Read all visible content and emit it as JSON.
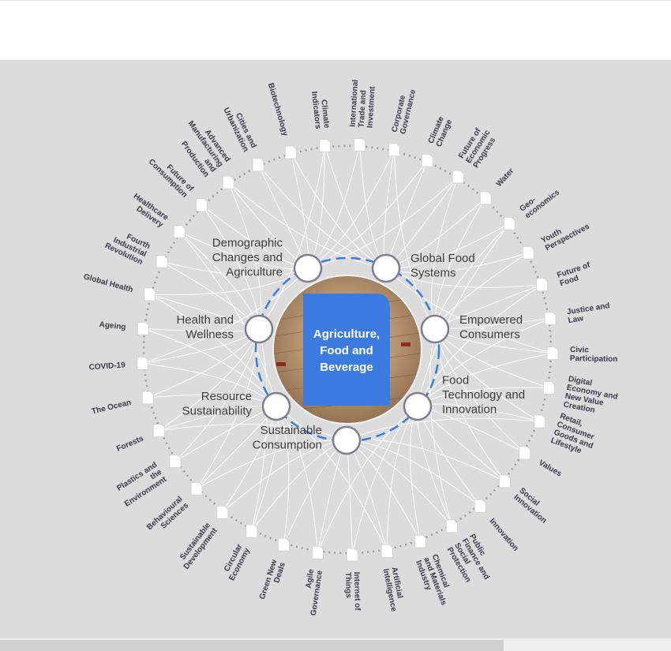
{
  "center": {
    "label_lines": [
      "Agriculture,",
      "Food and",
      "Beverage"
    ],
    "accent_color": "#3b7be0"
  },
  "categories": [
    {
      "lines": [
        "Demographic",
        "Changes and",
        "Agriculture"
      ]
    },
    {
      "lines": [
        "Global Food",
        "Systems"
      ]
    },
    {
      "lines": [
        "Empowered",
        "Consumers"
      ]
    },
    {
      "lines": [
        "Food",
        "Technology and",
        "Innovation"
      ]
    },
    {
      "lines": [
        "Sustainable",
        "Consumption"
      ]
    },
    {
      "lines": [
        "Resource",
        "Sustainability"
      ]
    },
    {
      "lines": [
        "Health and",
        "Wellness"
      ]
    }
  ],
  "outer_topics": [
    {
      "lines": [
        "Biotechnology"
      ]
    },
    {
      "lines": [
        "Climate",
        "Indicators"
      ]
    },
    {
      "lines": [
        "International",
        "Trade and",
        "Investment"
      ]
    },
    {
      "lines": [
        "Corporate",
        "Governance"
      ]
    },
    {
      "lines": [
        "Climate",
        "Change"
      ]
    },
    {
      "lines": [
        "Future of",
        "Economic",
        "Progress"
      ]
    },
    {
      "lines": [
        "Water"
      ]
    },
    {
      "lines": [
        "Geo-",
        "economics"
      ]
    },
    {
      "lines": [
        "Youth",
        "Perspectives"
      ]
    },
    {
      "lines": [
        "Future of",
        "Food"
      ]
    },
    {
      "lines": [
        "Justice and",
        "Law"
      ]
    },
    {
      "lines": [
        "Civic",
        "Participation"
      ]
    },
    {
      "lines": [
        "Digital",
        "Economy and",
        "New Value",
        "Creation"
      ]
    },
    {
      "lines": [
        "Retail,",
        "Consumer",
        "Goods and",
        "Lifestyle"
      ]
    },
    {
      "lines": [
        "Values"
      ]
    },
    {
      "lines": [
        "Social",
        "Innovation"
      ]
    },
    {
      "lines": [
        "Innovation"
      ]
    },
    {
      "lines": [
        "Public",
        "Finance and",
        "Social",
        "Protection"
      ]
    },
    {
      "lines": [
        "Chemical",
        "and Materials",
        "Industry"
      ]
    },
    {
      "lines": [
        "Artificial",
        "Intelligence"
      ]
    },
    {
      "lines": [
        "Internet of",
        "Things"
      ]
    },
    {
      "lines": [
        "Agile",
        "Governance"
      ]
    },
    {
      "lines": [
        "Green New",
        "Deals"
      ]
    },
    {
      "lines": [
        "Circular",
        "Economy"
      ]
    },
    {
      "lines": [
        "Sustainable",
        "Development"
      ]
    },
    {
      "lines": [
        "Behavioural",
        "Sciences"
      ]
    },
    {
      "lines": [
        "Plastics and",
        "the",
        "Environment"
      ]
    },
    {
      "lines": [
        "Forests"
      ]
    },
    {
      "lines": [
        "The Ocean"
      ]
    },
    {
      "lines": [
        "COVID-19"
      ]
    },
    {
      "lines": [
        "Ageing"
      ]
    },
    {
      "lines": [
        "Global Health"
      ]
    },
    {
      "lines": [
        "Fourth",
        "Industrial",
        "Revolution"
      ]
    },
    {
      "lines": [
        "Healthcare",
        "Delivery"
      ]
    },
    {
      "lines": [
        "Future of",
        "Consumption"
      ]
    },
    {
      "lines": [
        "Advanced",
        "Manufacturing",
        "and",
        "Production"
      ]
    },
    {
      "lines": [
        "Cities and",
        "Urbanization"
      ]
    }
  ]
}
